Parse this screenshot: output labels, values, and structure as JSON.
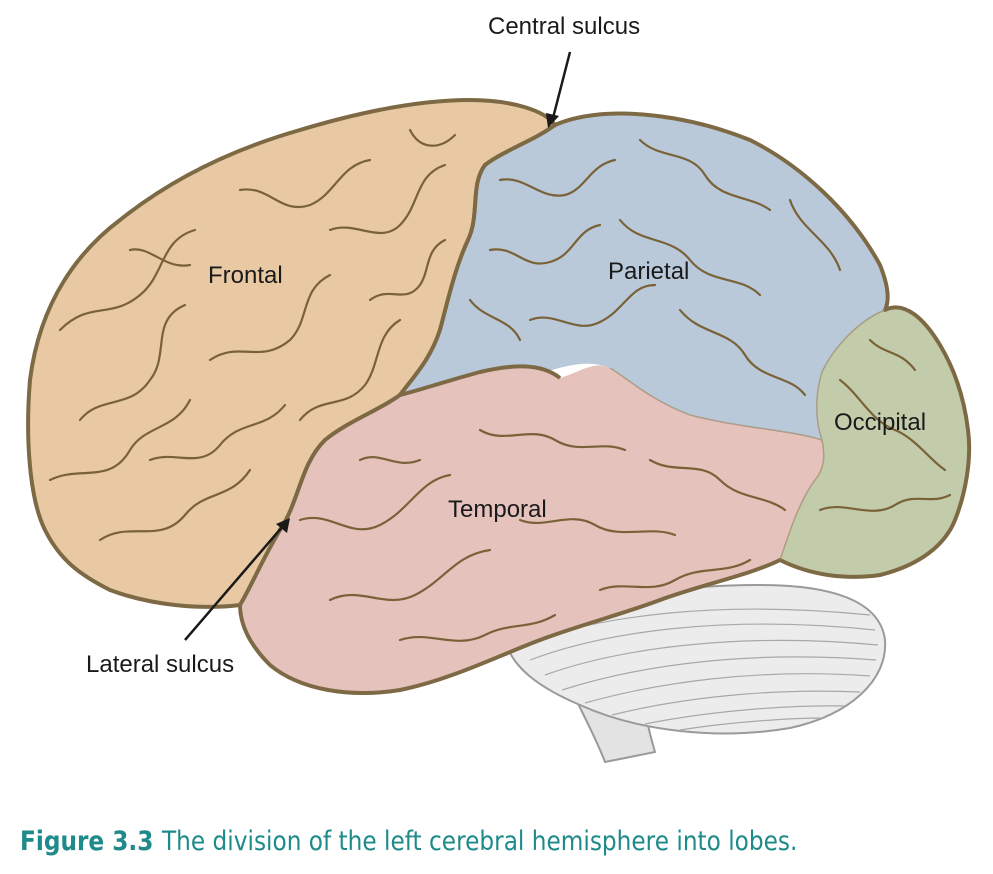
{
  "diagram": {
    "lobes": {
      "frontal": "Frontal",
      "parietal": "Parietal",
      "occipital": "Occipital",
      "temporal": "Temporal"
    },
    "callouts": {
      "central_sulcus": "Central sulcus",
      "lateral_sulcus": "Lateral sulcus"
    },
    "colors": {
      "frontal": "#e8c9a4",
      "parietal": "#b9c9d9",
      "occipital": "#c3ccaa",
      "temporal": "#e6c2bd",
      "outline": "#7d6a45",
      "cerebellum": "#e9e9e9"
    }
  },
  "caption": {
    "figure_number": "Figure 3.3",
    "text": "The division of the left cerebral hemisphere into lobes."
  }
}
